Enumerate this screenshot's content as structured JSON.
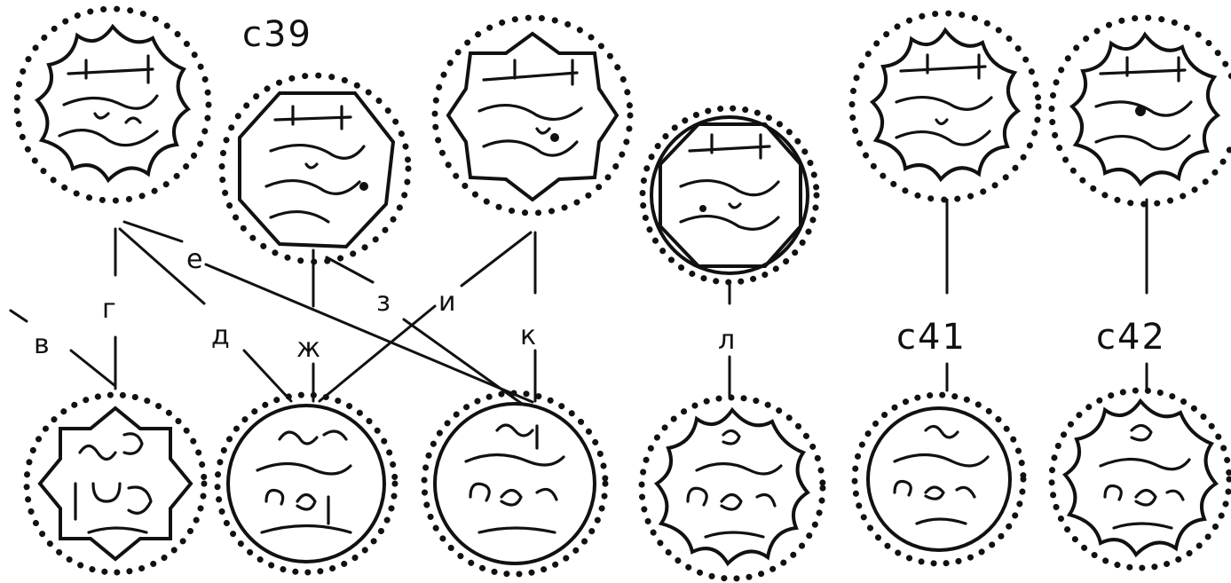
{
  "diagram": {
    "labels": {
      "c39": "с39",
      "c41": "с41",
      "c42": "с42",
      "v": "в",
      "g": "г",
      "d": "д",
      "e": "е",
      "zh": "ж",
      "z": "з",
      "i": "и",
      "k": "к",
      "l": "л"
    },
    "coins": {
      "top": [
        "obverse-1",
        "obverse-2",
        "obverse-3",
        "obverse-4",
        "obverse-5",
        "obverse-6"
      ],
      "bottom": [
        "reverse-1",
        "reverse-2",
        "reverse-3",
        "reverse-4",
        "reverse-5",
        "reverse-6"
      ]
    }
  }
}
